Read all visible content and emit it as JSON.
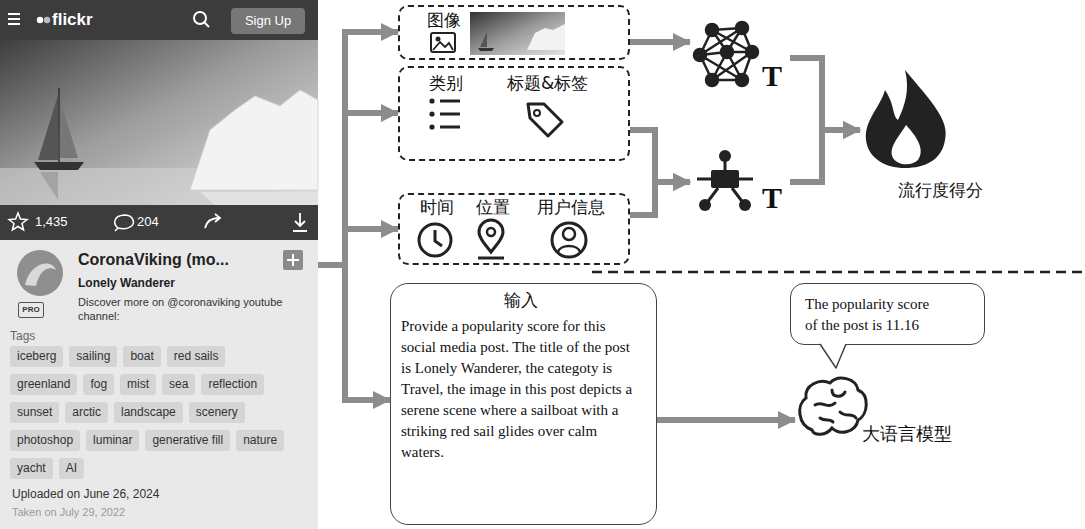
{
  "diagram": {
    "nodes": [
      {
        "text": [
          "flickr",
          "1,435",
          "204",
          "CoronaViking (mo...",
          "Lonely Wanderer",
          "Discover more on @coronaviking youtube channel:",
          "Tags",
          "Uploaded on June 26, 2024",
          "Taken on July 29, 2022"
        ]
      },
      {
        "text": [
          "Sign Up"
        ],
        "in": 0
      },
      {
        "text": [
          "PRO"
        ],
        "in": 0
      },
      {
        "text": [
          "iceberg"
        ],
        "in": 0
      },
      {
        "text": [
          "sailing"
        ],
        "in": 0
      },
      {
        "text": [
          "boat"
        ],
        "in": 0
      },
      {
        "text": [
          "red sails"
        ],
        "in": 0
      },
      {
        "text": [
          "greenland"
        ],
        "in": 0
      },
      {
        "text": [
          "fog"
        ],
        "in": 0
      },
      {
        "text": [
          "mist"
        ],
        "in": 0
      },
      {
        "text": [
          "sea"
        ],
        "in": 0
      },
      {
        "text": [
          "reflection"
        ],
        "in": 0
      },
      {
        "text": [
          "sunset"
        ],
        "in": 0
      },
      {
        "text": [
          "arctic"
        ],
        "in": 0
      },
      {
        "text": [
          "landscape"
        ],
        "in": 0
      },
      {
        "text": [
          "scenery"
        ],
        "in": 0
      },
      {
        "text": [
          "photoshop"
        ],
        "in": 0
      },
      {
        "text": [
          "luminar"
        ],
        "in": 0
      },
      {
        "text": [
          "generative fill"
        ],
        "in": 0
      },
      {
        "text": [
          "nature"
        ],
        "in": 0
      },
      {
        "text": [
          "yacht"
        ],
        "in": 0
      },
      {
        "text": [
          "AI"
        ],
        "in": 0
      },
      {
        "text": [
          "图像"
        ]
      },
      {
        "text": [
          "类别",
          "标题&标签"
        ]
      },
      {
        "text": [
          "时间",
          "位置",
          "用户信息"
        ]
      },
      {
        "text": [
          "T"
        ]
      },
      {
        "text": [
          "T"
        ]
      },
      {
        "text": [
          "流行度得分"
        ]
      },
      {
        "text": [
          "输入",
          "Provide a popularity score for this social media post. The title of the post is Lonely Wanderer, the categoty is Travel, the image in this post depicts a serene scene where a sailboat with a striking red sail glides over calm waters."
        ]
      },
      {
        "text": [
          "The popularity score of the post is 11.16"
        ]
      },
      {
        "text": [
          "大语言模型"
        ]
      }
    ],
    "edges": [
      {
        "from": 0,
        "to": 22,
        "arrow": "to"
      },
      {
        "from": 0,
        "to": 23,
        "arrow": "to"
      },
      {
        "from": 0,
        "to": 24,
        "arrow": "to"
      },
      {
        "from": 0,
        "to": 28,
        "arrow": "to"
      },
      {
        "from": 22,
        "to": 25,
        "arrow": "to"
      },
      {
        "from": 23,
        "to": 26,
        "arrow": "to"
      },
      {
        "from": 24,
        "to": 26,
        "arrow": "to"
      },
      {
        "from": 25,
        "to": 27,
        "arrow": "to"
      },
      {
        "from": 26,
        "to": 27,
        "arrow": "to"
      },
      {
        "from": 28,
        "to": 30,
        "arrow": "to"
      }
    ]
  }
}
